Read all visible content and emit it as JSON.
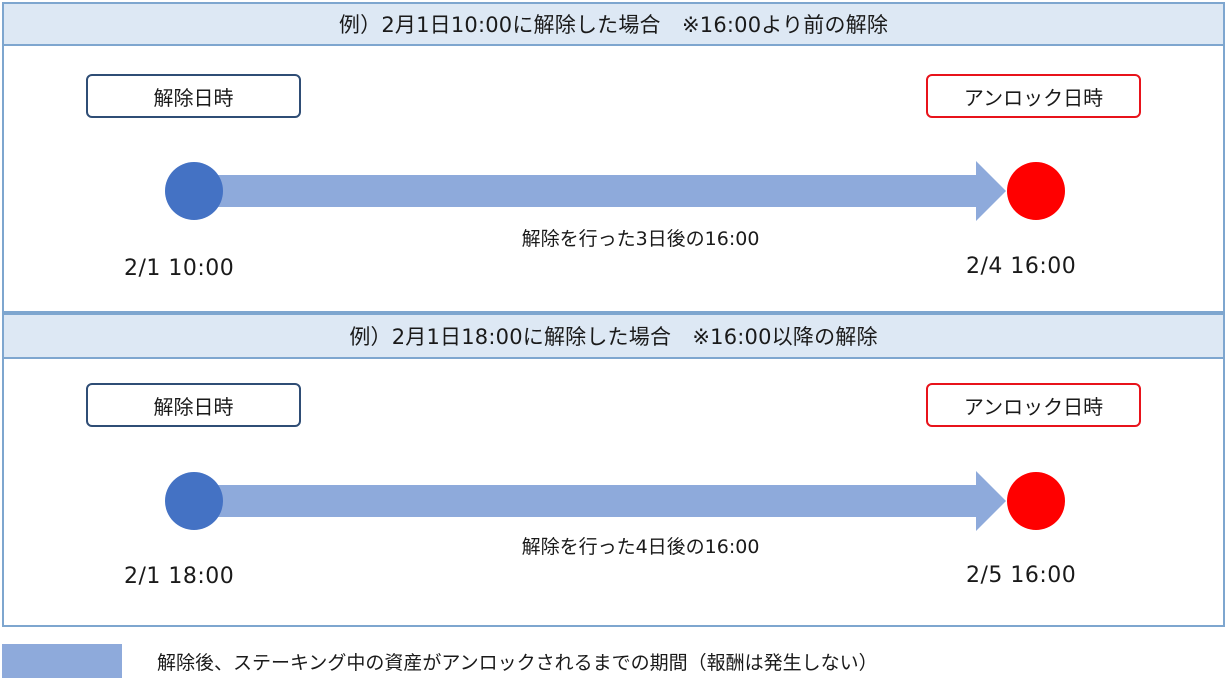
{
  "panels": [
    {
      "header": "例）2月1日10:00に解除した場合　※16:00より前の解除",
      "release_label": "解除日時",
      "unlock_label": "アンロック日時",
      "arrow_caption": "解除を行った3日後の16:00",
      "start_time": "2/1 10:00",
      "end_time": "2/4 16:00"
    },
    {
      "header": "例）2月1日18:00に解除した場合　※16:00以降の解除",
      "release_label": "解除日時",
      "unlock_label": "アンロック日時",
      "arrow_caption": "解除を行った4日後の16:00",
      "start_time": "2/1 18:00",
      "end_time": "2/5 16:00"
    }
  ],
  "legend": {
    "text": "解除後、ステーキング中の資産がアンロックされるまでの期間（報酬は発生しない）"
  },
  "colors": {
    "border": "#7ea6cf",
    "header_bg": "#dde8f4",
    "start_circle": "#4472c4",
    "end_circle": "#ff0000",
    "arrow": "#8eaadb",
    "release_box_border": "#2f4d75",
    "unlock_box_border": "#e8131b"
  }
}
